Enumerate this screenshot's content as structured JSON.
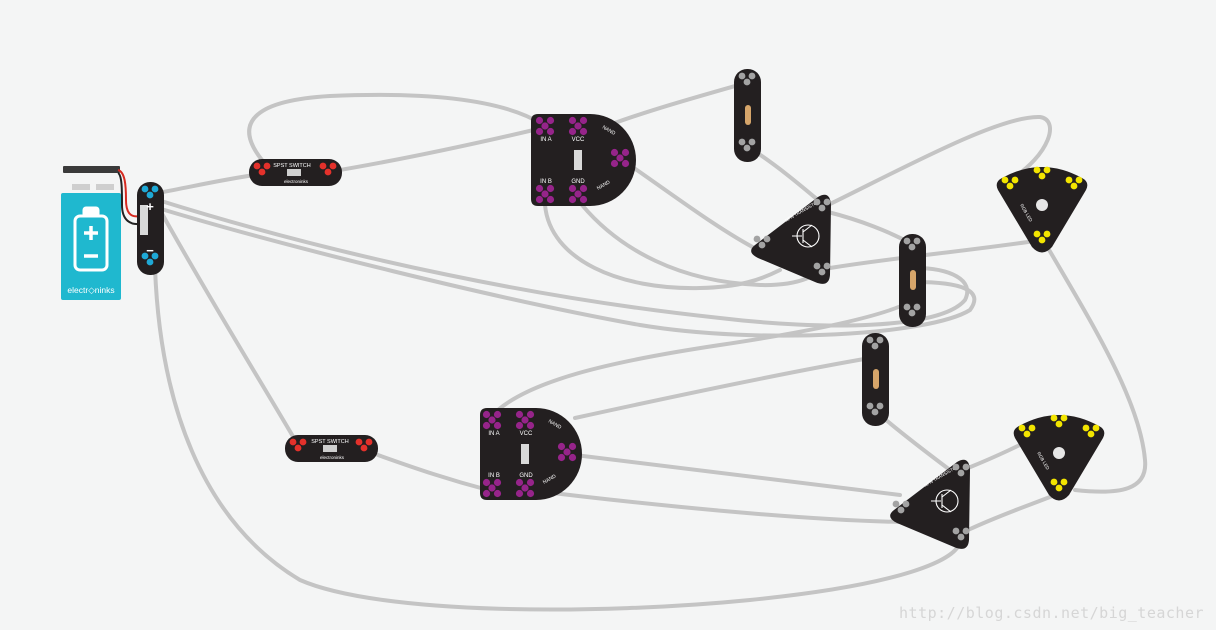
{
  "colors": {
    "background": "#f4f5f5",
    "wire": "#c4c4c4",
    "board": "#231f20",
    "pad_red": "#e4312b",
    "pad_cyan": "#1fa9d6",
    "pad_magenta": "#96248a",
    "pad_yellow": "#f3e500",
    "pad_grey": "#a3a3a3",
    "battery": "#1fb8cf"
  },
  "battery": {
    "brand": "electr◇ninks",
    "icon": "battery-icon"
  },
  "battery_board": {
    "plus": "+",
    "minus": "−"
  },
  "switches": [
    {
      "id": "switch-1",
      "label": "SPST SWITCH",
      "brand": "electroninks"
    },
    {
      "id": "switch-2",
      "label": "SPST SWITCH",
      "brand": "electroninks"
    }
  ],
  "gates": [
    {
      "id": "gate-1",
      "in_a": "IN A",
      "in_b": "IN B",
      "vcc": "VCC",
      "gnd": "GND",
      "nand1": "NAND",
      "nand2": "NAND"
    },
    {
      "id": "gate-2",
      "in_a": "IN A",
      "in_b": "IN B",
      "vcc": "VCC",
      "gnd": "GND",
      "nand1": "NAND",
      "nand2": "NAND"
    }
  ],
  "transistors": [
    {
      "id": "transistor-1",
      "label": "NPN TRANSISTOR"
    },
    {
      "id": "transistor-2",
      "label": "NPN TRANSISTOR"
    }
  ],
  "leds": [
    {
      "id": "led-1",
      "label": "RGB LED"
    },
    {
      "id": "led-2",
      "label": "RGB LED"
    }
  ],
  "watermark": "http://blog.csdn.net/big_teacher"
}
